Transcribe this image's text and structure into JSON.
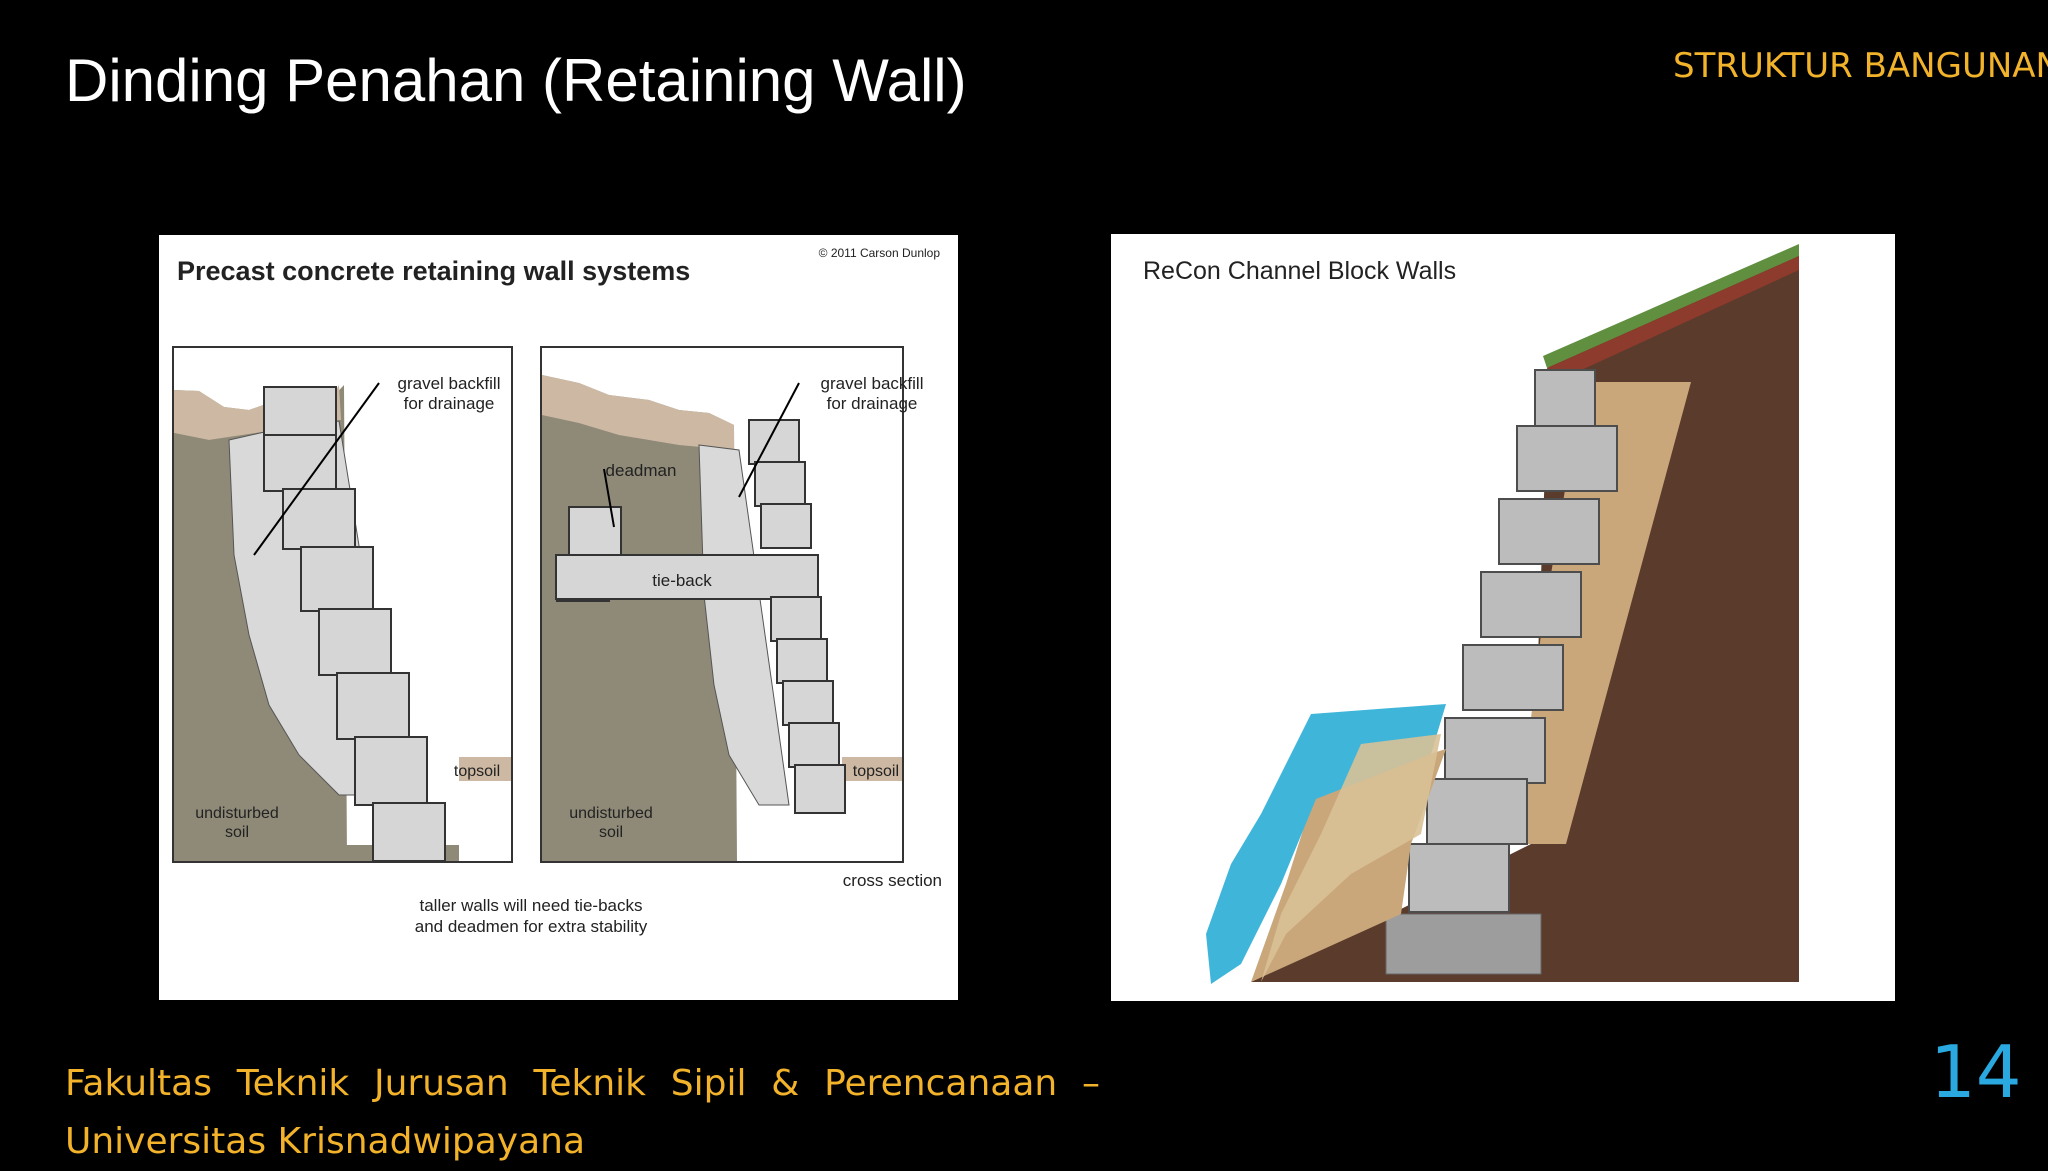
{
  "slide": {
    "title": "Dinding Penahan (Retaining Wall)",
    "course": "STRUKTUR BANGUNAN",
    "footer_line1": "Fakultas Teknik Jurusan Teknik Sipil & Perencanaan –",
    "footer_line2": "Universitas Krisnadwipayana",
    "page_number": "14"
  },
  "figure_left": {
    "title": "Precast concrete retaining wall systems",
    "copyright": "© 2011 Carson Dunlop",
    "panel_a": {
      "gravel_label_1": "gravel backfill",
      "gravel_label_2": "for drainage",
      "topsoil": "topsoil",
      "soil_label_1": "undisturbed",
      "soil_label_2": "soil"
    },
    "panel_b": {
      "gravel_label_1": "gravel backfill",
      "gravel_label_2": "for drainage",
      "deadman": "deadman",
      "tieback": "tie-back",
      "topsoil": "topsoil",
      "soil_label_1": "undisturbed",
      "soil_label_2": "soil"
    },
    "cross_section": "cross section",
    "caption_1": "taller walls will need tie-backs",
    "caption_2": "and deadmen for extra stability"
  },
  "figure_right": {
    "title": "ReCon Channel Block Walls"
  },
  "colors": {
    "background": "#000000",
    "title": "#ffffff",
    "accent": "#f2b32b",
    "page_number": "#29a9e0",
    "soil_grey": "#8f8a78",
    "soil_brown": "#5a3b2c",
    "block_grey": "#b9b9b9",
    "water_blue": "#3fb6d9"
  }
}
